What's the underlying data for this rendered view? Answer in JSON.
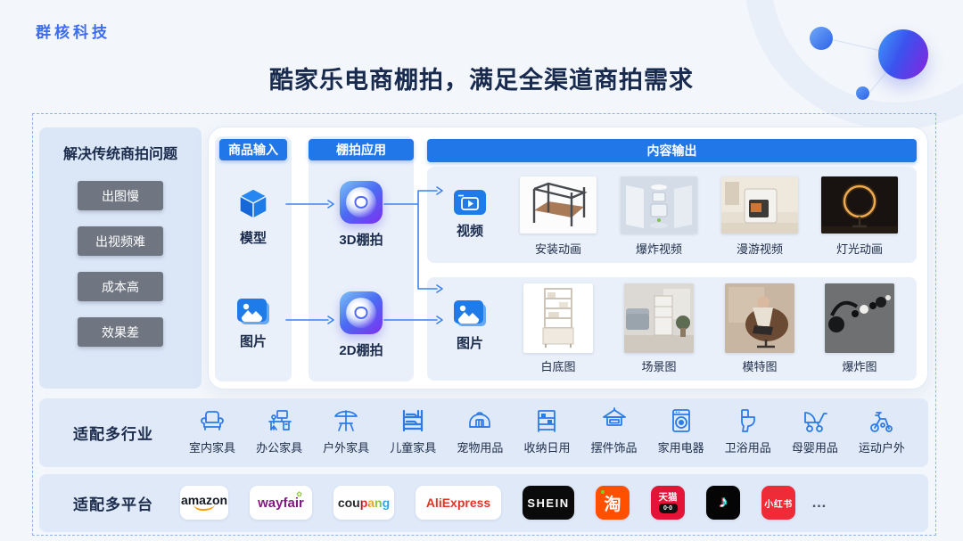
{
  "brand": {
    "logo": "群核科技"
  },
  "title": "酷家乐电商棚拍，满足全渠道商拍需求",
  "problems": {
    "title": "解决传统商拍问题",
    "items": [
      "出图慢",
      "出视频难",
      "成本高",
      "效果差"
    ]
  },
  "flow": {
    "headers": {
      "input": "商品输入",
      "app": "棚拍应用",
      "output": "内容输出"
    },
    "inputs": [
      {
        "label": "模型",
        "icon": "cube-3d-icon"
      },
      {
        "label": "图片",
        "icon": "picture-icon"
      }
    ],
    "apps": [
      {
        "label": "3D棚拍",
        "icon": "koolab-app-icon"
      },
      {
        "label": "2D棚拍",
        "icon": "koolab-app-icon"
      }
    ],
    "output_rows": [
      {
        "label": "视频",
        "icon": "video-icon",
        "thumbs": [
          {
            "label": "安装动画"
          },
          {
            "label": "爆炸视频"
          },
          {
            "label": "漫游视频"
          },
          {
            "label": "灯光动画"
          }
        ]
      },
      {
        "label": "图片",
        "icon": "picture-icon",
        "thumbs": [
          {
            "label": "白底图"
          },
          {
            "label": "场景图"
          },
          {
            "label": "模特图"
          },
          {
            "label": "爆炸图"
          }
        ]
      }
    ]
  },
  "industries": {
    "label": "适配多行业",
    "items": [
      {
        "label": "室内家具",
        "icon": "armchair-icon"
      },
      {
        "label": "办公家具",
        "icon": "office-desk-icon"
      },
      {
        "label": "户外家具",
        "icon": "patio-umbrella-icon"
      },
      {
        "label": "儿童家具",
        "icon": "bunk-bed-icon"
      },
      {
        "label": "宠物用品",
        "icon": "pet-carrier-icon"
      },
      {
        "label": "收纳日用",
        "icon": "storage-rack-icon"
      },
      {
        "label": "摆件饰品",
        "icon": "ornament-frame-icon"
      },
      {
        "label": "家用电器",
        "icon": "washing-machine-icon"
      },
      {
        "label": "卫浴用品",
        "icon": "toilet-icon"
      },
      {
        "label": "母婴用品",
        "icon": "stroller-icon"
      },
      {
        "label": "运动户外",
        "icon": "exercise-bike-icon"
      }
    ]
  },
  "platforms": {
    "label": "适配多平台",
    "items": [
      {
        "name": "Amazon",
        "text": "amazon"
      },
      {
        "name": "Wayfair",
        "text": "wayfair"
      },
      {
        "name": "Coupang",
        "text": "coupang"
      },
      {
        "name": "AliExpress",
        "text": "AliExpress"
      },
      {
        "name": "SHEIN",
        "text": "SHEIN"
      },
      {
        "name": "Taobao",
        "text": "淘"
      },
      {
        "name": "Tmall",
        "text": "天猫",
        "face": "0·0"
      },
      {
        "name": "Douyin",
        "glyph": "♪"
      },
      {
        "name": "Xiaohongshu",
        "text": "小红书"
      }
    ],
    "more": "…"
  },
  "colors": {
    "accent_blue": "#2176E8",
    "logo_blue": "#3C6CEF",
    "title_navy": "#182A4E",
    "button_gray": "#6F7682",
    "sidebar_blue": "#DBE7F7",
    "column_blue": "#E9F0FA",
    "band_blue": "#DFE9F8",
    "arrow_blue": "#3B82EE",
    "page_bg": "#F3F6FA"
  }
}
